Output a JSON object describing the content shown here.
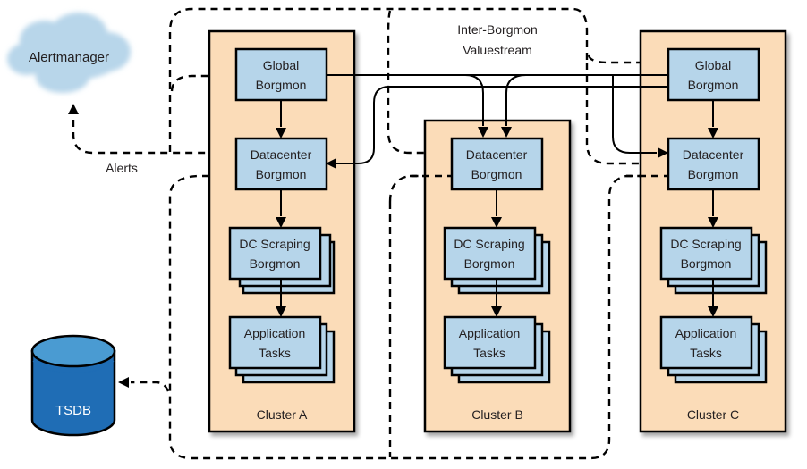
{
  "diagram": {
    "colors": {
      "cluster_fill": "#fbdcb8",
      "node_fill": "#b6d5ea",
      "cloud_fill": "#b8d6ea",
      "tsdb_fill": "#1f6db5",
      "tsdb_top": "#4a9bd2",
      "stroke": "#000000"
    },
    "external": {
      "alertmanager": "Alertmanager",
      "alerts_label": "Alerts",
      "tsdb": "TSDB",
      "valuestream_line1": "Inter-Borgmon",
      "valuestream_line2": "Valuestream"
    },
    "clusters": [
      {
        "name": "Cluster A",
        "nodes": {
          "global": [
            "Global",
            "Borgmon"
          ],
          "datacenter": [
            "Datacenter",
            "Borgmon"
          ],
          "scraping": [
            "DC Scraping",
            "Borgmon"
          ],
          "tasks": [
            "Application",
            "Tasks"
          ]
        }
      },
      {
        "name": "Cluster B",
        "nodes": {
          "datacenter": [
            "Datacenter",
            "Borgmon"
          ],
          "scraping": [
            "DC Scraping",
            "Borgmon"
          ],
          "tasks": [
            "Application",
            "Tasks"
          ]
        }
      },
      {
        "name": "Cluster C",
        "nodes": {
          "global": [
            "Global",
            "Borgmon"
          ],
          "datacenter": [
            "Datacenter",
            "Borgmon"
          ],
          "scraping": [
            "DC Scraping",
            "Borgmon"
          ],
          "tasks": [
            "Application",
            "Tasks"
          ]
        }
      }
    ]
  }
}
